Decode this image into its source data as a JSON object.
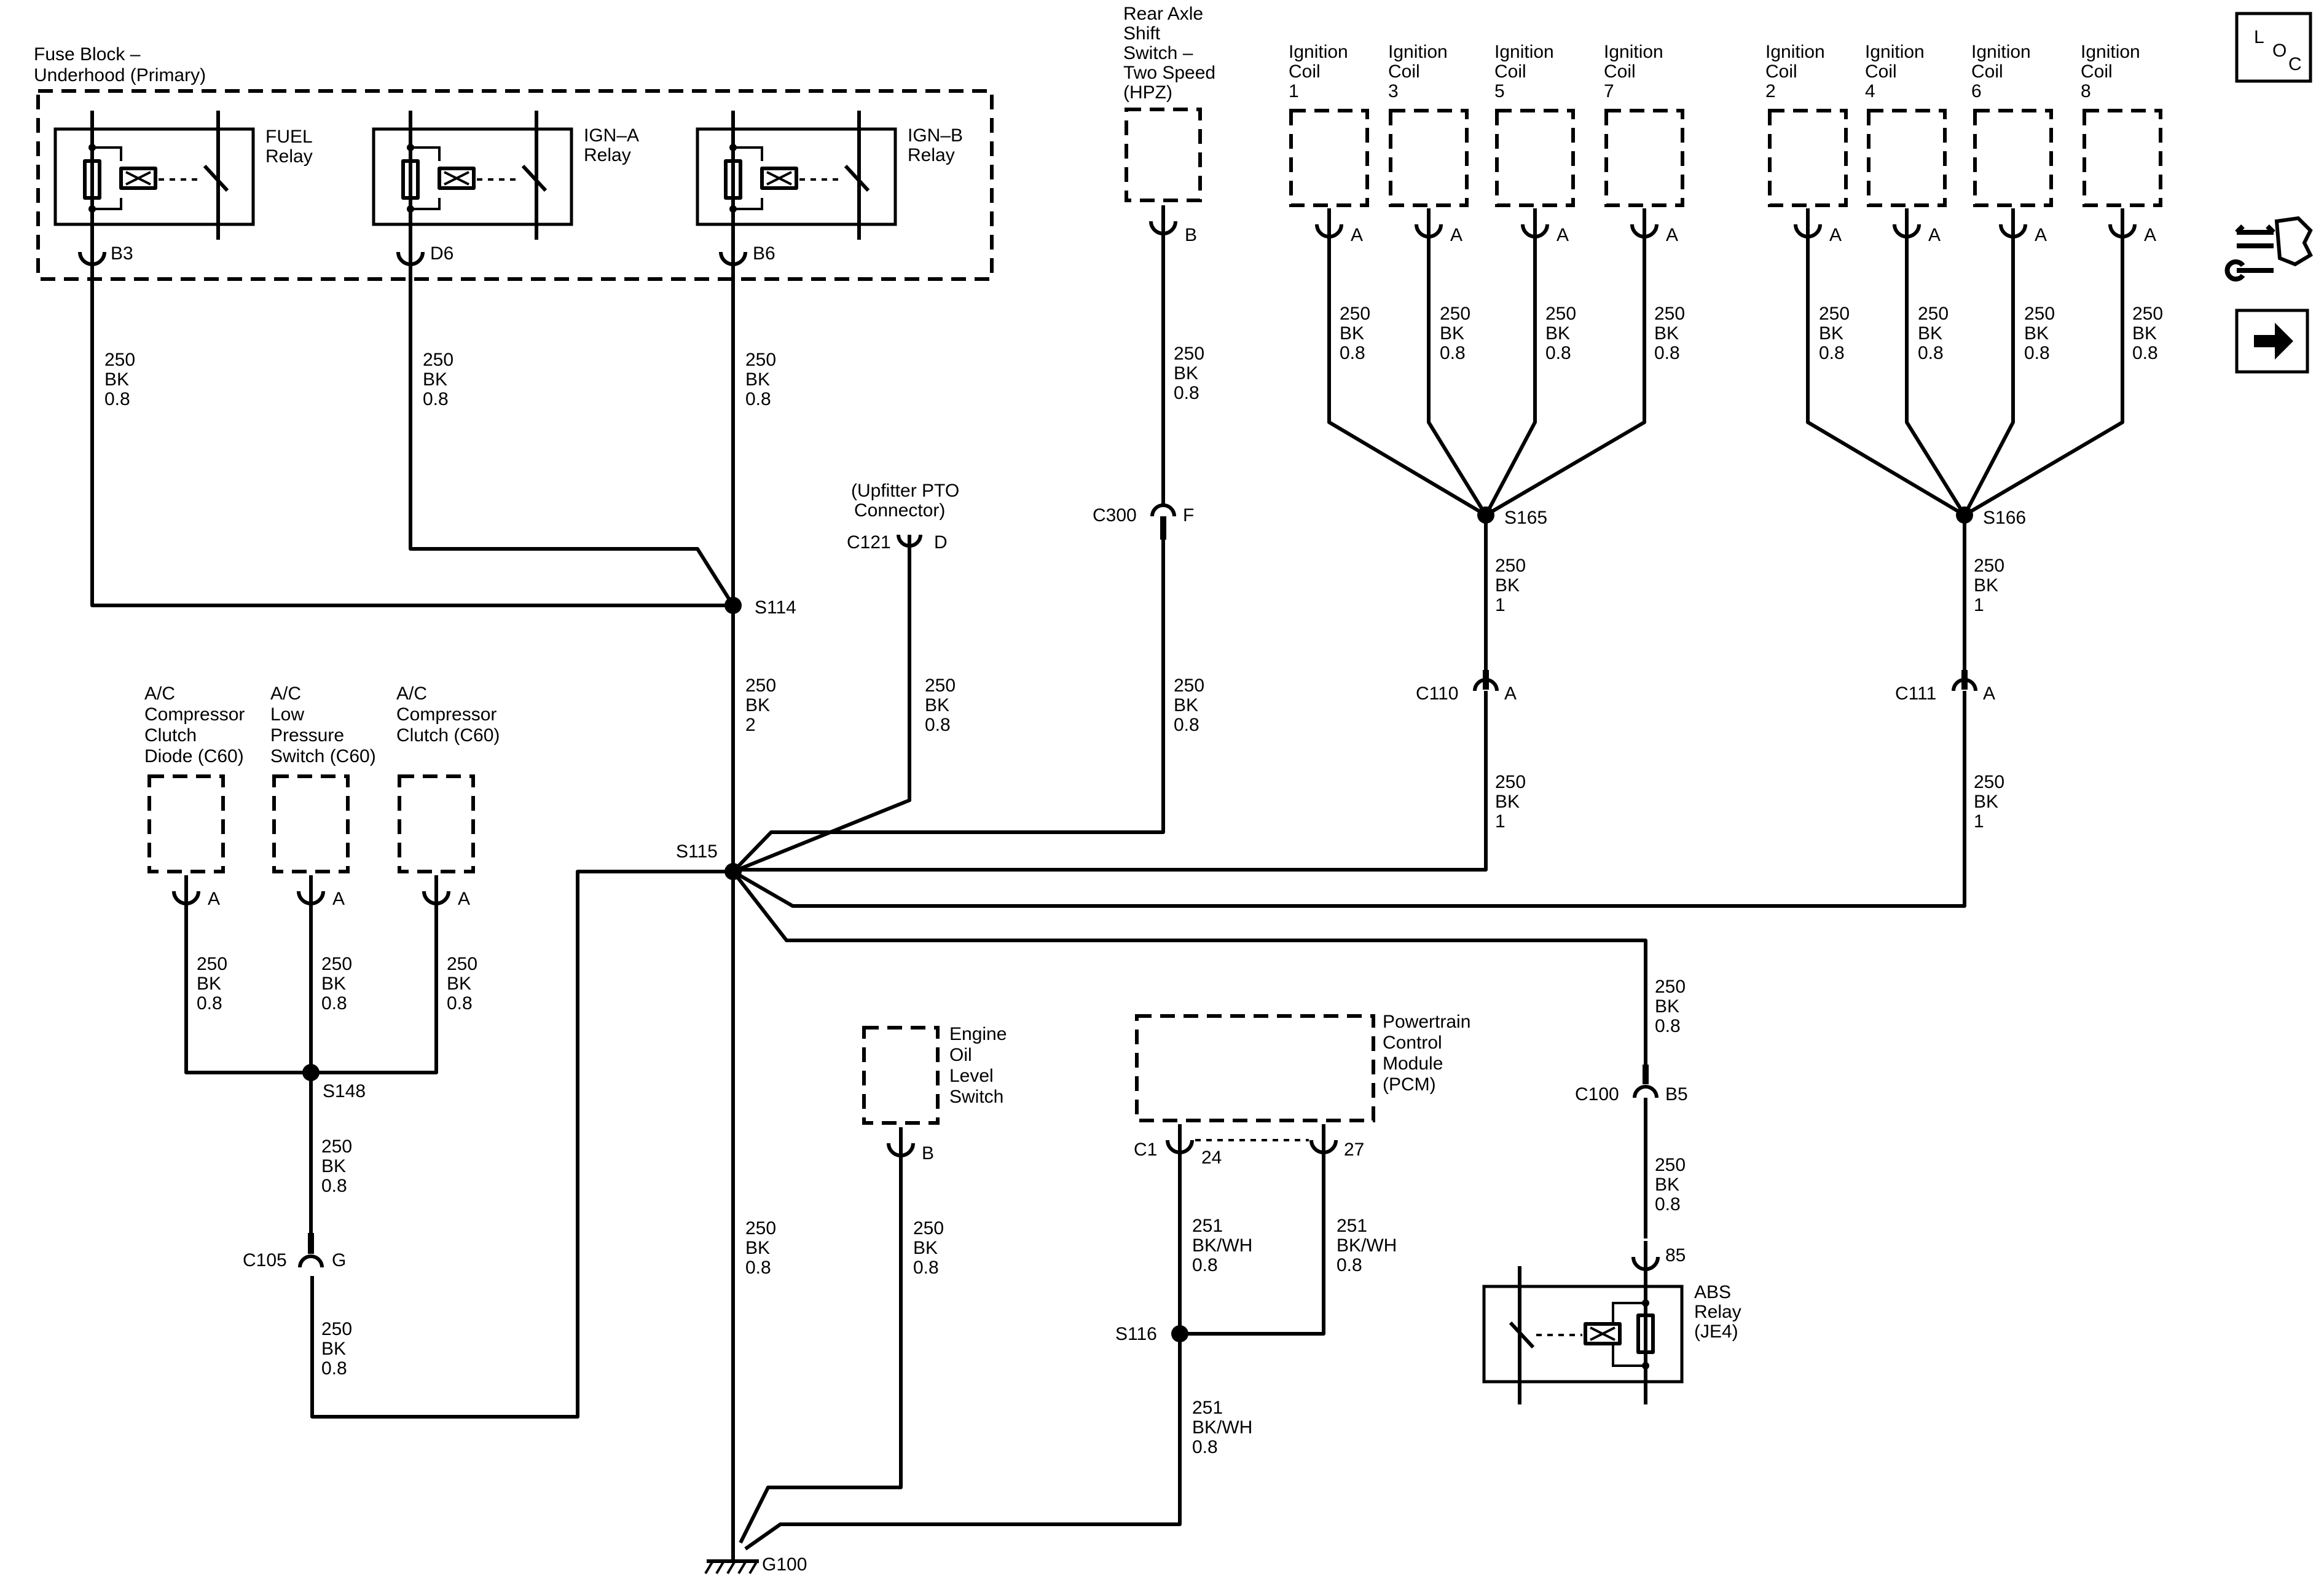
{
  "fuse_block": {
    "name_line1": "Fuse Block –",
    "name_line2": "Underhood (Primary)"
  },
  "relays": {
    "fuel": {
      "line1": "FUEL",
      "line2": "Relay",
      "pin": "B3"
    },
    "ign_a": {
      "line1": "IGN–A",
      "line2": "Relay",
      "pin": "D6"
    },
    "ign_b": {
      "line1": "IGN–B",
      "line2": "Relay",
      "pin": "B6"
    }
  },
  "rear_axle": {
    "lines": [
      "Rear Axle",
      "Shift",
      "Switch –",
      "Two Speed",
      "(HPZ)"
    ],
    "pin": "B",
    "connector": "C300",
    "connector_pin": "F"
  },
  "coil_groups": [
    {
      "coils": [
        {
          "line1": "Ignition",
          "line2": "Coil",
          "num": "1",
          "pin": "A"
        },
        {
          "line1": "Ignition",
          "line2": "Coil",
          "num": "3",
          "pin": "A"
        },
        {
          "line1": "Ignition",
          "line2": "Coil",
          "num": "5",
          "pin": "A"
        },
        {
          "line1": "Ignition",
          "line2": "Coil",
          "num": "7",
          "pin": "A"
        }
      ],
      "splice": "S165",
      "connector": "C110",
      "connector_pin": "A"
    },
    {
      "coils": [
        {
          "line1": "Ignition",
          "line2": "Coil",
          "num": "2",
          "pin": "A"
        },
        {
          "line1": "Ignition",
          "line2": "Coil",
          "num": "4",
          "pin": "A"
        },
        {
          "line1": "Ignition",
          "line2": "Coil",
          "num": "6",
          "pin": "A"
        },
        {
          "line1": "Ignition",
          "line2": "Coil",
          "num": "8",
          "pin": "A"
        }
      ],
      "splice": "S166",
      "connector": "C111",
      "connector_pin": "A"
    }
  ],
  "upfitter": {
    "line1": "(Upfitter PTO",
    "line2": "Connector)",
    "connector": "C121",
    "pin": "D"
  },
  "ac": [
    {
      "lines": [
        "A/C",
        "Compressor",
        "Clutch",
        "Diode (C60)"
      ],
      "pin": "A"
    },
    {
      "lines": [
        "A/C",
        "Low",
        "Pressure",
        "Switch (C60)"
      ],
      "pin": "A"
    },
    {
      "lines": [
        "A/C",
        "Compressor",
        "Clutch (C60)"
      ],
      "pin": "A"
    }
  ],
  "engine_oil": {
    "lines": [
      "Engine",
      "Oil",
      "Level",
      "Switch"
    ],
    "pin": "B"
  },
  "pcm": {
    "lines": [
      "Powertrain",
      "Control",
      "Module",
      "(PCM)"
    ],
    "connector": "C1",
    "pin_a": "24",
    "pin_b": "27"
  },
  "abs": {
    "lines": [
      "ABS",
      "Relay",
      "(JE4)"
    ],
    "pin": "85"
  },
  "connectors": {
    "c105": {
      "name": "C105",
      "pin": "G"
    },
    "c100": {
      "name": "C100",
      "pin": "B5"
    }
  },
  "splices": {
    "s114": "S114",
    "s115": "S115",
    "s148": "S148",
    "s116": "S116"
  },
  "ground": "G100",
  "wire_labels": {
    "fuel": [
      "250",
      "BK",
      "0.8"
    ],
    "ign_a": [
      "250",
      "BK",
      "0.8"
    ],
    "ign_b": [
      "250",
      "BK",
      "0.8"
    ],
    "s114_s115": [
      "250",
      "BK",
      "2"
    ],
    "upfitter": [
      "250",
      "BK",
      "0.8"
    ],
    "rear_axle_top": [
      "250",
      "BK",
      "0.8"
    ],
    "rear_axle_bottom": [
      "250",
      "BK",
      "0.8"
    ],
    "coil1": [
      "250",
      "BK",
      "0.8"
    ],
    "coil3": [
      "250",
      "BK",
      "0.8"
    ],
    "coil5": [
      "250",
      "BK",
      "0.8"
    ],
    "coil7": [
      "250",
      "BK",
      "0.8"
    ],
    "coil2": [
      "250",
      "BK",
      "0.8"
    ],
    "coil4": [
      "250",
      "BK",
      "0.8"
    ],
    "coil6": [
      "250",
      "BK",
      "0.8"
    ],
    "coil8": [
      "250",
      "BK",
      "0.8"
    ],
    "s165_c110": [
      "250",
      "BK",
      "1"
    ],
    "c110_s115": [
      "250",
      "BK",
      "1"
    ],
    "s166_c111": [
      "250",
      "BK",
      "1"
    ],
    "c111_s115": [
      "250",
      "BK",
      "1"
    ],
    "ac1": [
      "250",
      "BK",
      "0.8"
    ],
    "ac2": [
      "250",
      "BK",
      "0.8"
    ],
    "ac3": [
      "250",
      "BK",
      "0.8"
    ],
    "s148_c105": [
      "250",
      "BK",
      "0.8"
    ],
    "c105_s115": [
      "250",
      "BK",
      "0.8"
    ],
    "s115_ground": [
      "250",
      "BK",
      "0.8"
    ],
    "engine_oil": [
      "250",
      "BK",
      "0.8"
    ],
    "pcm24": [
      "251",
      "BK/WH",
      "0.8"
    ],
    "pcm27": [
      "251",
      "BK/WH",
      "0.8"
    ],
    "s116_ground": [
      "251",
      "BK/WH",
      "0.8"
    ],
    "abs_top": [
      "250",
      "BK",
      "0.8"
    ],
    "abs_bottom": [
      "250",
      "BK",
      "0.8"
    ]
  },
  "side_icons": {
    "loc": {
      "l": "L",
      "o": "O",
      "c": "C"
    },
    "connector_icon": "connector-end-view-icon",
    "arrow_icon": "right-arrow-icon"
  }
}
